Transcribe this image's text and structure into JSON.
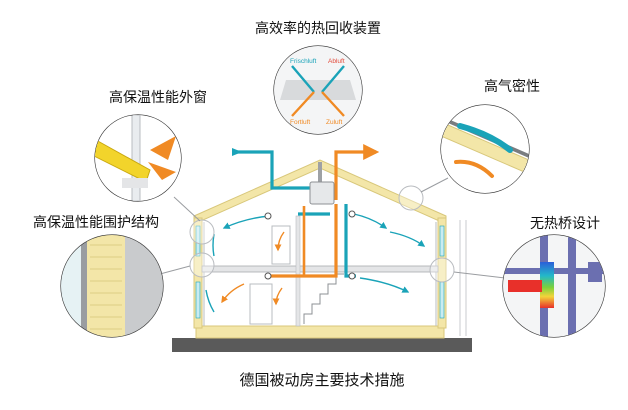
{
  "labels": {
    "heat_recovery": "高效率的热回收装置",
    "windows": "高保温性能外窗",
    "airtightness": "高气密性",
    "envelope": "高保温性能围护结构",
    "no_thermal_bridge": "无热桥设计"
  },
  "caption": "德国被动房主要技术措施",
  "heat_exchanger": {
    "fresh_air": "Frischluft",
    "exhaust_air": "Abluft",
    "outgoing_air": "Fortluft",
    "supply_air": "Zuluft"
  },
  "colors": {
    "fresh_air": "#1aa3b8",
    "exhaust_air": "#f08a24",
    "insulation": "#f3e6a8",
    "frame": "#d8c77a",
    "ground": "#5a5a5a",
    "wall_line": "#b9bcc0",
    "cyan_fill": "#c8ecf2"
  },
  "icons": {
    "exchanger": "heat-exchanger-icon",
    "window": "window-section-icon",
    "seal": "airtight-seal-icon",
    "wall": "insulated-wall-icon",
    "bridge": "thermal-bridge-icon"
  }
}
